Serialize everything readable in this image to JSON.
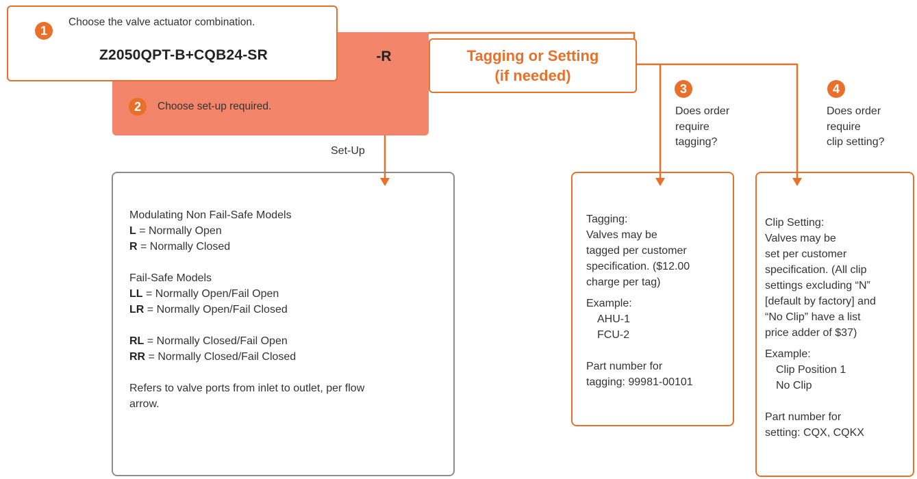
{
  "colors": {
    "accent": "#e8702a",
    "salmon": "#f2856a",
    "gray_border": "#8c8c8c"
  },
  "step1": {
    "number": "1",
    "text": "Choose the valve actuator combination.",
    "part_number": "Z2050QPT-B+CQB24-SR"
  },
  "code": "-R",
  "step2": {
    "number": "2",
    "text": "Choose set-up required."
  },
  "tagging_setting": {
    "line1": "Tagging or Setting",
    "line2": "(if needed)"
  },
  "step3": {
    "number": "3",
    "lines": [
      "Does order",
      "require",
      "tagging?"
    ]
  },
  "step4": {
    "number": "4",
    "lines": [
      "Does order",
      "require",
      "clip setting?"
    ]
  },
  "setup_label": "Set-Up",
  "setup_box": {
    "group1_title": "Modulating Non Fail-Safe Models",
    "group1": [
      {
        "code": "L",
        "desc": " = Normally Open"
      },
      {
        "code": "R",
        "desc": " = Normally Closed"
      }
    ],
    "group2_title": "Fail-Safe Models",
    "group2": [
      {
        "code": "LL",
        "desc": " = Normally Open/Fail Open"
      },
      {
        "code": "LR",
        "desc": " = Normally Open/Fail Closed"
      }
    ],
    "group3": [
      {
        "code": "RL",
        "desc": " = Normally Closed/Fail Open"
      },
      {
        "code": "RR",
        "desc": " = Normally Closed/Fail Closed"
      }
    ],
    "note_line1": "Refers to valve ports from inlet to outlet, per flow",
    "note_line2": "arrow."
  },
  "tagging_box": {
    "title": "Tagging:",
    "desc_lines": [
      "Valves may be",
      "tagged per customer",
      "specification. ($12.00",
      "charge per tag)"
    ],
    "example_label": "Example:",
    "examples": [
      "AHU-1",
      "FCU-2"
    ],
    "part_lines": [
      "Part number for",
      "tagging: 99981-00101"
    ]
  },
  "clip_box": {
    "title": "Clip Setting:",
    "desc_lines": [
      "Valves may be",
      "set per customer",
      "specification. (All clip",
      "settings excluding “N”",
      "[default by factory] and",
      "“No Clip” have a list",
      "price adder of $37)"
    ],
    "example_label": "Example:",
    "examples": [
      "Clip Position 1",
      "No Clip"
    ],
    "part_lines": [
      "Part number for",
      "setting: CQX, CQKX"
    ]
  }
}
